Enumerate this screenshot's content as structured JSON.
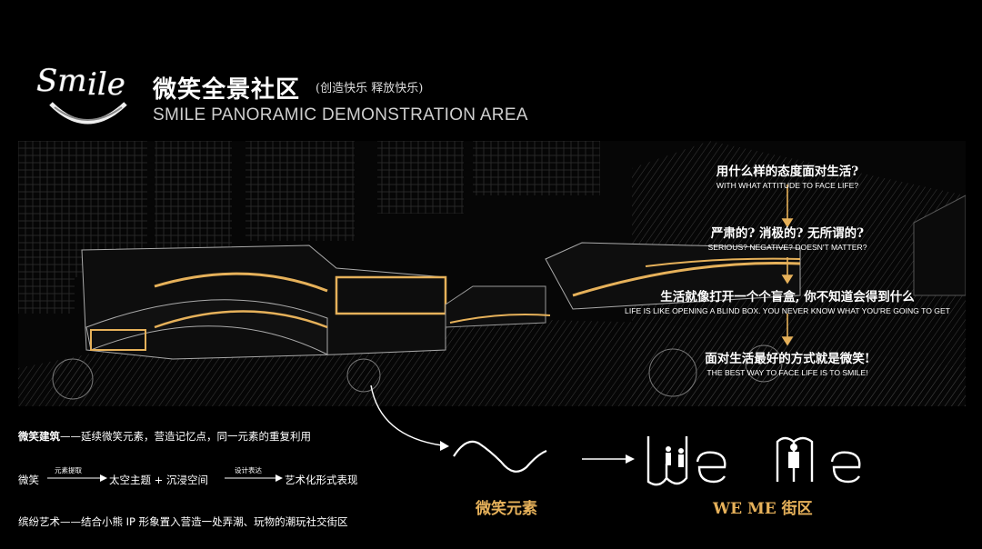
{
  "header": {
    "title_cn": "微笑全景社区",
    "subtitle_cn": "(创造快乐 释放快乐)",
    "title_en": "SMILE PANORAMIC DEMONSTRATION AREA"
  },
  "questions": [
    {
      "cn": "用什么样的态度面对生活?",
      "en": "WITH WHAT ATTITUDE TO FACE LIFE?"
    },
    {
      "cn": "严肃的? 消极的? 无所谓的?",
      "en": "SERIOUS? NEGATIVE? DOESN'T MATTER?"
    },
    {
      "cn": "生活就像打开一个个盲盒, 你不知道会得到什么",
      "en": "LIFE IS LIKE OPENING A BLIND BOX. YOU NEVER KNOW WHAT YOU'RE GOING TO GET"
    },
    {
      "cn": "面对生活最好的方式就是微笑!",
      "en": "THE BEST WAY TO FACE LIFE IS TO SMILE!"
    }
  ],
  "notes": {
    "line1_head": "微笑建筑",
    "line1_body": "——延续微笑元素，营造记忆点，同一元素的重复利用",
    "line2_a": "微笑",
    "line2_tag1": "元素提取",
    "line2_b": "太空主题 + 沉浸空间",
    "line2_tag2": "设计表达",
    "line2_c": "艺术化形式表现",
    "line3": "缤纷艺术——结合小熊 IP 形象置入营造一处弄潮、玩物的潮玩社交街区"
  },
  "labels": {
    "smile_element": "微笑元素",
    "weme_district": "WE ME 街区"
  },
  "colors": {
    "accent": "#e6b15a",
    "background": "#000000"
  }
}
